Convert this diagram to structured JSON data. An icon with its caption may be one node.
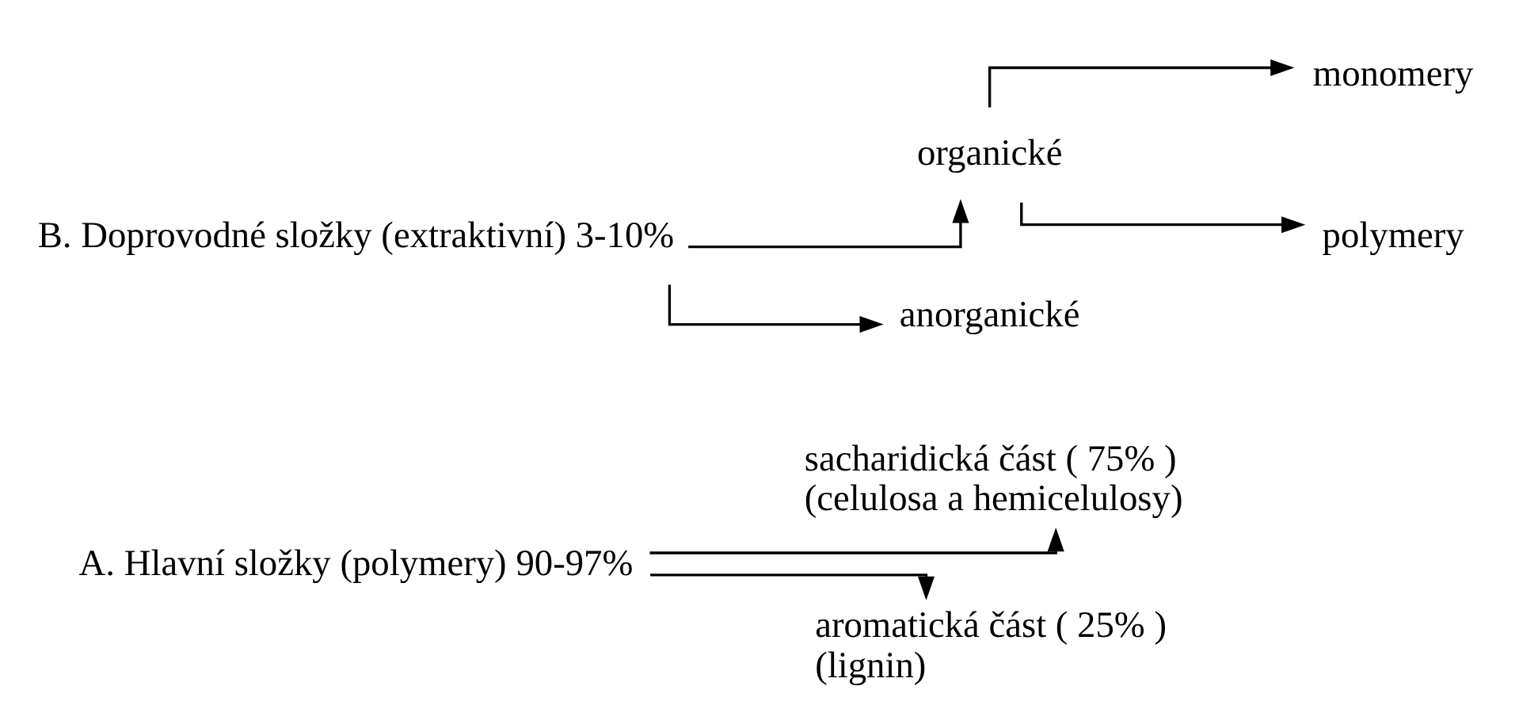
{
  "diagram": {
    "nodes": [
      {
        "text": [
          "A. Hlavní složky (polymery) 90-97%"
        ]
      },
      {
        "text": [
          "sacharidická část ( 75% ) (celulosa a hemicelulosy)"
        ]
      },
      {
        "text": [
          "aromatická část ( 25% ) (lignin)"
        ]
      },
      {
        "text": [
          "B. Doprovodné složky (extraktivní) 3-10%"
        ]
      },
      {
        "text": [
          "organické"
        ]
      },
      {
        "text": [
          "anorganické"
        ]
      },
      {
        "text": [
          "monomery"
        ]
      },
      {
        "text": [
          "polymery"
        ]
      }
    ],
    "edges": [
      {
        "from": 0,
        "to": 1,
        "arrow": "to"
      },
      {
        "from": 0,
        "to": 2,
        "arrow": "to"
      },
      {
        "from": 3,
        "to": 4,
        "arrow": "to"
      },
      {
        "from": 3,
        "to": 5,
        "arrow": "to"
      },
      {
        "from": 4,
        "to": 6,
        "arrow": "to"
      },
      {
        "from": 4,
        "to": 7,
        "arrow": "to"
      }
    ]
  }
}
